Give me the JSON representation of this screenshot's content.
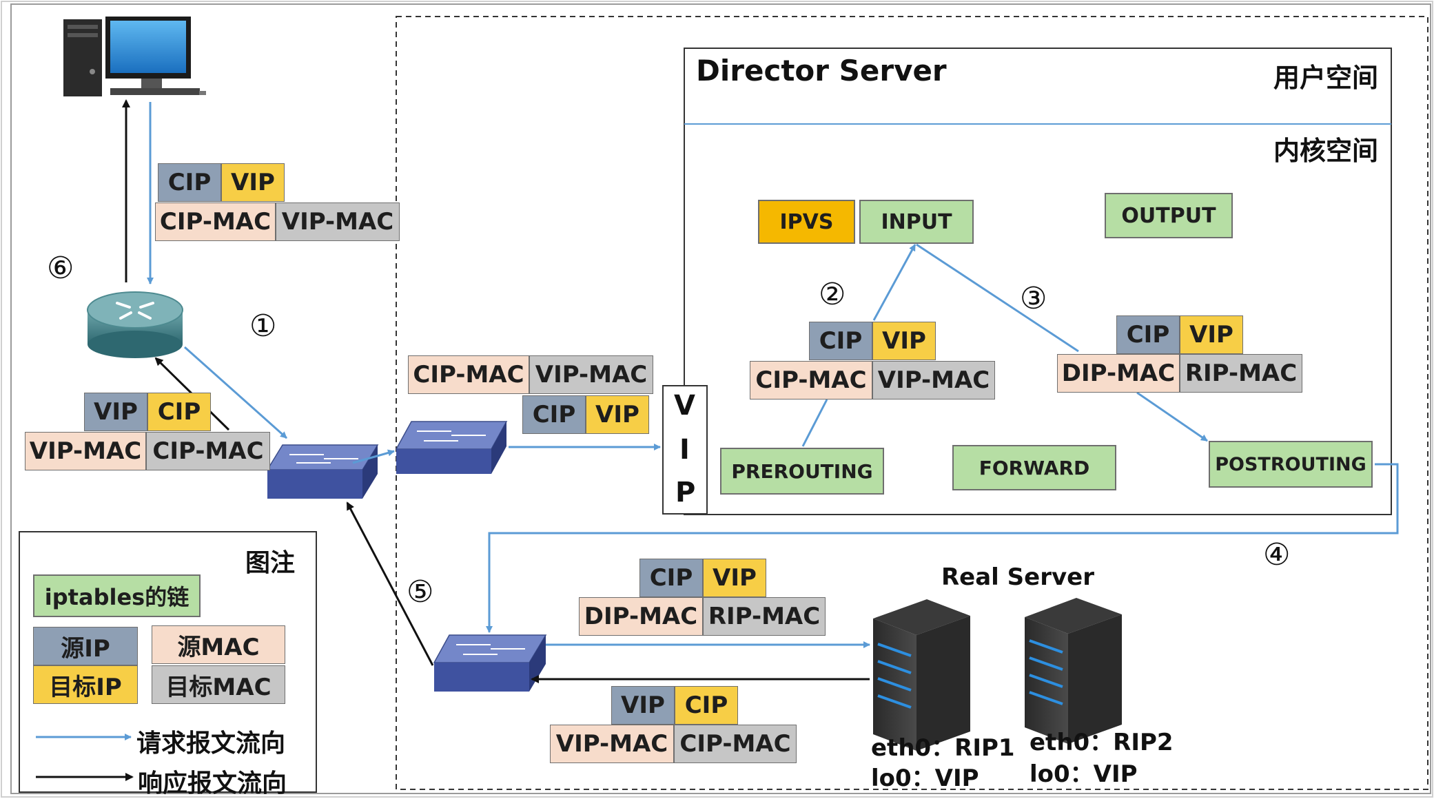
{
  "director": {
    "title": "Director Server",
    "user_space": "用户空间",
    "kernel_space": "内核空间",
    "chains": {
      "ipvs": "IPVS",
      "input": "INPUT",
      "output": "OUTPUT",
      "prerouting": "PREROUTING",
      "forward": "FORWARD",
      "postrouting": "POSTROUTING"
    },
    "vip_letters": [
      "V",
      "I",
      "P"
    ]
  },
  "packets": {
    "top": {
      "ip_src": "CIP",
      "ip_dst": "VIP",
      "mac_src": "CIP-MAC",
      "mac_dst": "VIP-MAC"
    },
    "left": {
      "ip_src": "VIP",
      "ip_dst": "CIP",
      "mac_src": "VIP-MAC",
      "mac_dst": "CIP-MAC"
    },
    "mid_mac": {
      "mac_src": "CIP-MAC",
      "mac_dst": "VIP-MAC"
    },
    "mid_ip": {
      "ip_src": "CIP",
      "ip_dst": "VIP"
    },
    "pre": {
      "ip_src": "CIP",
      "ip_dst": "VIP",
      "mac_src": "CIP-MAC",
      "mac_dst": "VIP-MAC"
    },
    "post": {
      "ip_src": "CIP",
      "ip_dst": "VIP",
      "mac_src": "DIP-MAC",
      "mac_dst": "RIP-MAC"
    },
    "rs_req": {
      "ip_src": "CIP",
      "ip_dst": "VIP",
      "mac_src": "DIP-MAC",
      "mac_dst": "RIP-MAC"
    },
    "rs_resp": {
      "ip_src": "VIP",
      "ip_dst": "CIP",
      "mac_src": "VIP-MAC",
      "mac_dst": "CIP-MAC"
    }
  },
  "steps": [
    "①",
    "②",
    "③",
    "④",
    "⑤",
    "⑥"
  ],
  "real_server": {
    "title": "Real Server",
    "rs1_eth": "eth0：RIP1",
    "rs1_lo": "lo0：VIP",
    "rs2_eth": "eth0：RIP2",
    "rs2_lo": "lo0：VIP"
  },
  "legend": {
    "title": "图注",
    "chain": "iptables的链",
    "src_ip": "源IP",
    "src_mac": "源MAC",
    "dst_ip": "目标IP",
    "dst_mac": "目标MAC",
    "request": "请求报文流向",
    "response": "响应报文流向"
  },
  "colors": {
    "request_arrow": "#5b9bd5",
    "response_arrow": "#111111",
    "chain_fill": "#b6dea4",
    "ipvs_fill": "#f5b800",
    "src_ip_fill": "#8e9fb4",
    "dst_ip_fill": "#f7ce46",
    "src_mac_fill": "#f7dccb",
    "dst_mac_fill": "#c6c6c6"
  },
  "icons": [
    "computer-icon",
    "router-icon",
    "switch-icon",
    "server-icon"
  ]
}
